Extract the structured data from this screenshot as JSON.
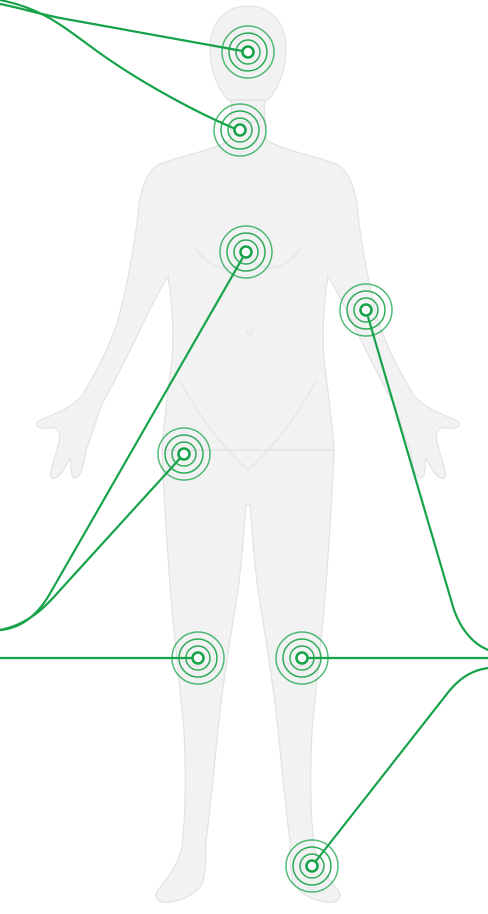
{
  "diagram": {
    "accent_color": "#17a34a",
    "figure": "female-body-front-view",
    "markers": [
      {
        "id": "head",
        "icon": "target-rings-icon"
      },
      {
        "id": "neck",
        "icon": "target-rings-icon"
      },
      {
        "id": "chest",
        "icon": "target-rings-icon"
      },
      {
        "id": "right-elbow",
        "icon": "target-rings-icon"
      },
      {
        "id": "left-hip",
        "icon": "target-rings-icon"
      },
      {
        "id": "left-knee",
        "icon": "target-rings-icon"
      },
      {
        "id": "right-knee",
        "icon": "target-rings-icon"
      },
      {
        "id": "right-ankle",
        "icon": "target-rings-icon"
      }
    ]
  }
}
